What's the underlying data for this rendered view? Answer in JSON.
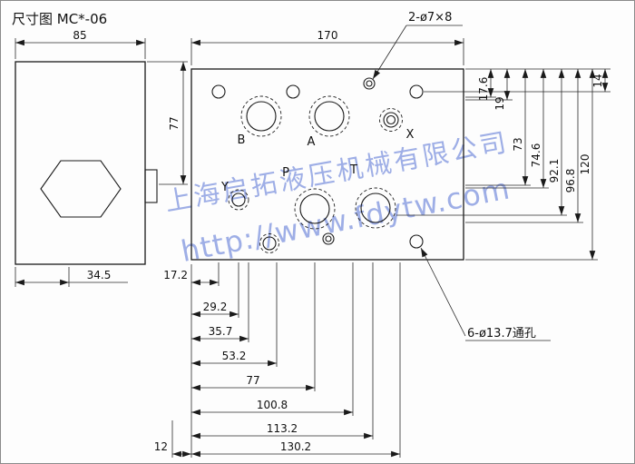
{
  "title": "尺寸图 MC*-06",
  "callouts": {
    "top_hole": "2-ø7×8",
    "through_hole": "6-ø13.7通孔"
  },
  "ports": {
    "b": "B",
    "a": "A",
    "x": "X",
    "y": "Y",
    "p": "P",
    "t": "T"
  },
  "dims": {
    "left_width": "85",
    "plate_width": "170",
    "side_height": "77",
    "side_offset": "34.5",
    "v_17_6": "17.6",
    "v_19": "19",
    "v_73": "73",
    "v_74_6": "74.6",
    "v_92_1": "92.1",
    "v_96_8": "96.8",
    "v_120": "120",
    "v_14": "14",
    "h_17_2": "17.2",
    "h_29_2": "29.2",
    "h_35_7": "35.7",
    "h_53_2": "53.2",
    "h_77": "77",
    "h_100_8": "100.8",
    "h_113_2": "113.2",
    "h_130_2": "130.2",
    "h_12": "12"
  },
  "watermark": {
    "company": "上海启拓液压机械有限公司",
    "url": "http://www.fdytw.com"
  },
  "colors": {
    "line": "#1a1a1a",
    "watermark": "#4060d0"
  }
}
